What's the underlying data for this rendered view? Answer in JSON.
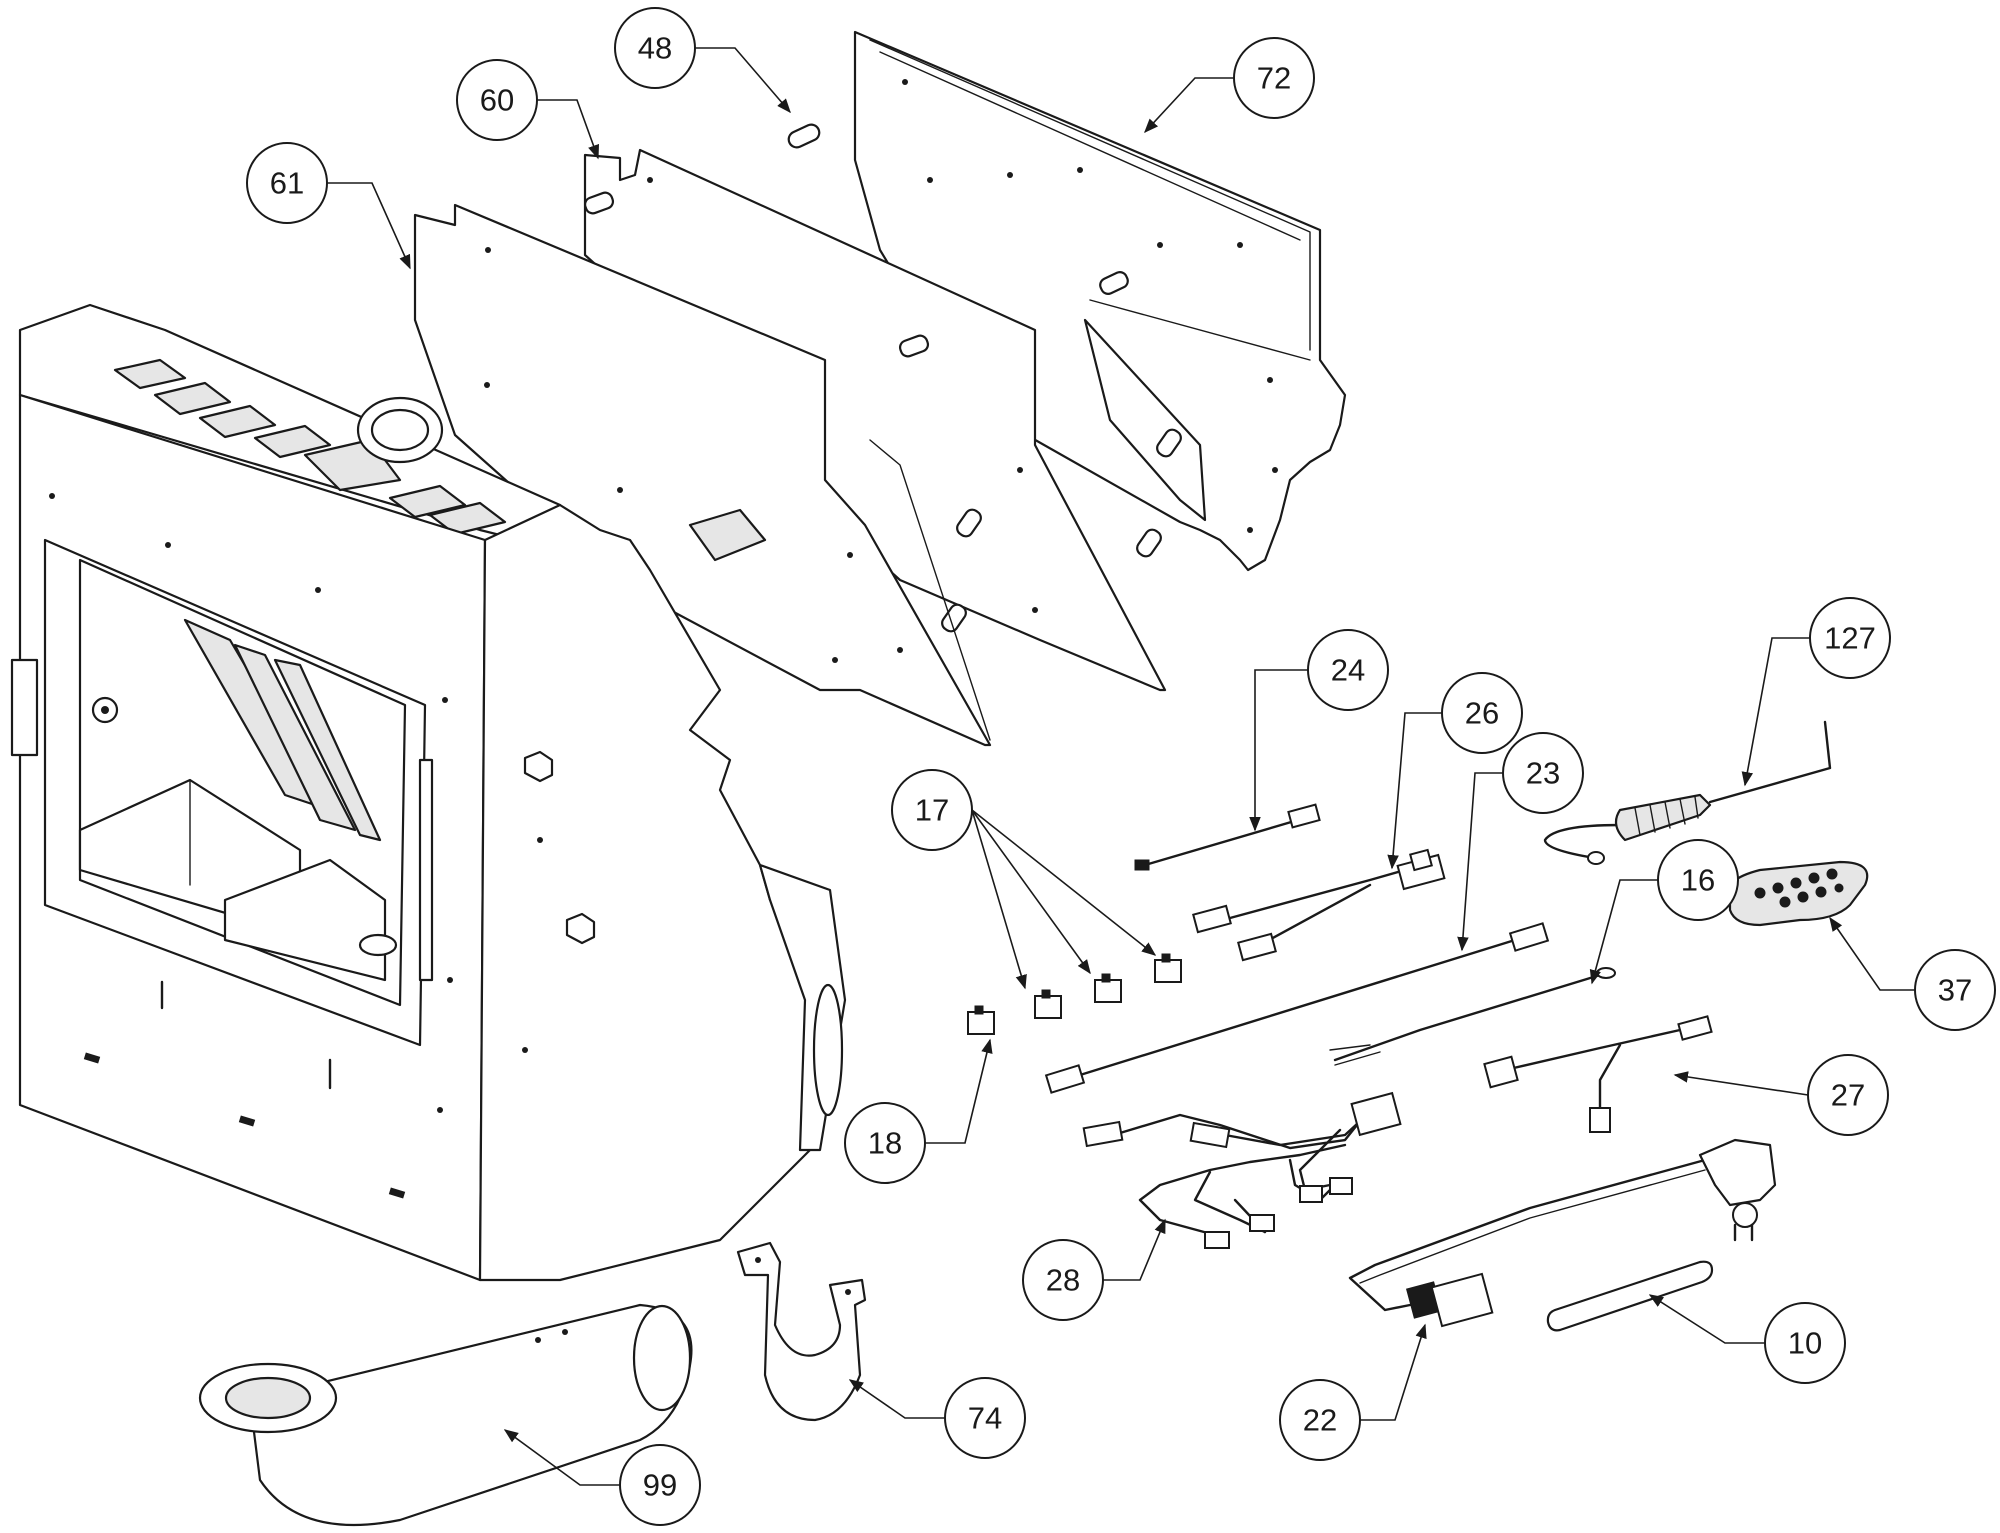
{
  "diagram": {
    "callouts": [
      {
        "id": "c48",
        "label": "48"
      },
      {
        "id": "c60",
        "label": "60"
      },
      {
        "id": "c61",
        "label": "61"
      },
      {
        "id": "c72",
        "label": "72"
      },
      {
        "id": "c24",
        "label": "24"
      },
      {
        "id": "c26",
        "label": "26"
      },
      {
        "id": "c127",
        "label": "127"
      },
      {
        "id": "c23",
        "label": "23"
      },
      {
        "id": "c17",
        "label": "17"
      },
      {
        "id": "c16",
        "label": "16"
      },
      {
        "id": "c37",
        "label": "37"
      },
      {
        "id": "c18",
        "label": "18"
      },
      {
        "id": "c27",
        "label": "27"
      },
      {
        "id": "c28",
        "label": "28"
      },
      {
        "id": "c10",
        "label": "10"
      },
      {
        "id": "c22",
        "label": "22"
      },
      {
        "id": "c74",
        "label": "74"
      },
      {
        "id": "c99",
        "label": "99"
      }
    ]
  }
}
